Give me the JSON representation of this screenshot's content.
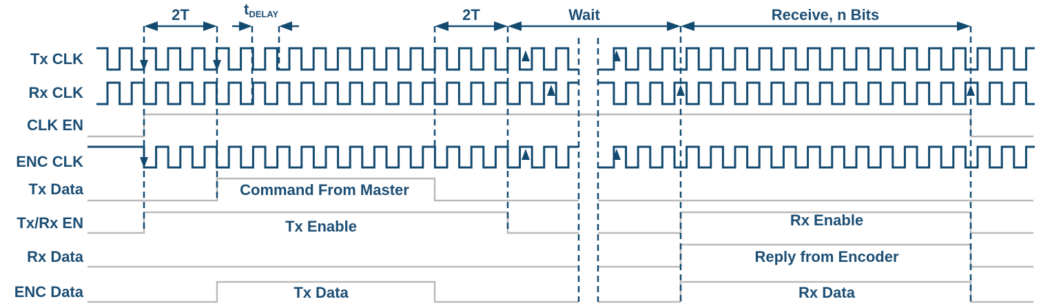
{
  "signals": [
    "Tx CLK",
    "Rx CLK",
    "CLK EN",
    "ENC CLK",
    "Tx Data",
    "Tx/Rx EN",
    "Rx Data",
    "ENC Data"
  ],
  "annotations": {
    "two_t_left": "2T",
    "t_delay_main": "t",
    "t_delay_sub": "DELAY",
    "two_t_right": "2T",
    "wait": "Wait",
    "receive": "Receive, n Bits"
  },
  "bar_labels": {
    "command_from_master": "Command From Master",
    "tx_enable": "Tx Enable",
    "rx_enable": "Rx Enable",
    "reply_from_encoder": "Reply from Encoder",
    "tx_data": "Tx Data",
    "rx_data": "Rx Data"
  },
  "colors": {
    "signal": "#124a70",
    "text": "#1c4e74",
    "inactive": "#b9b9b9"
  }
}
